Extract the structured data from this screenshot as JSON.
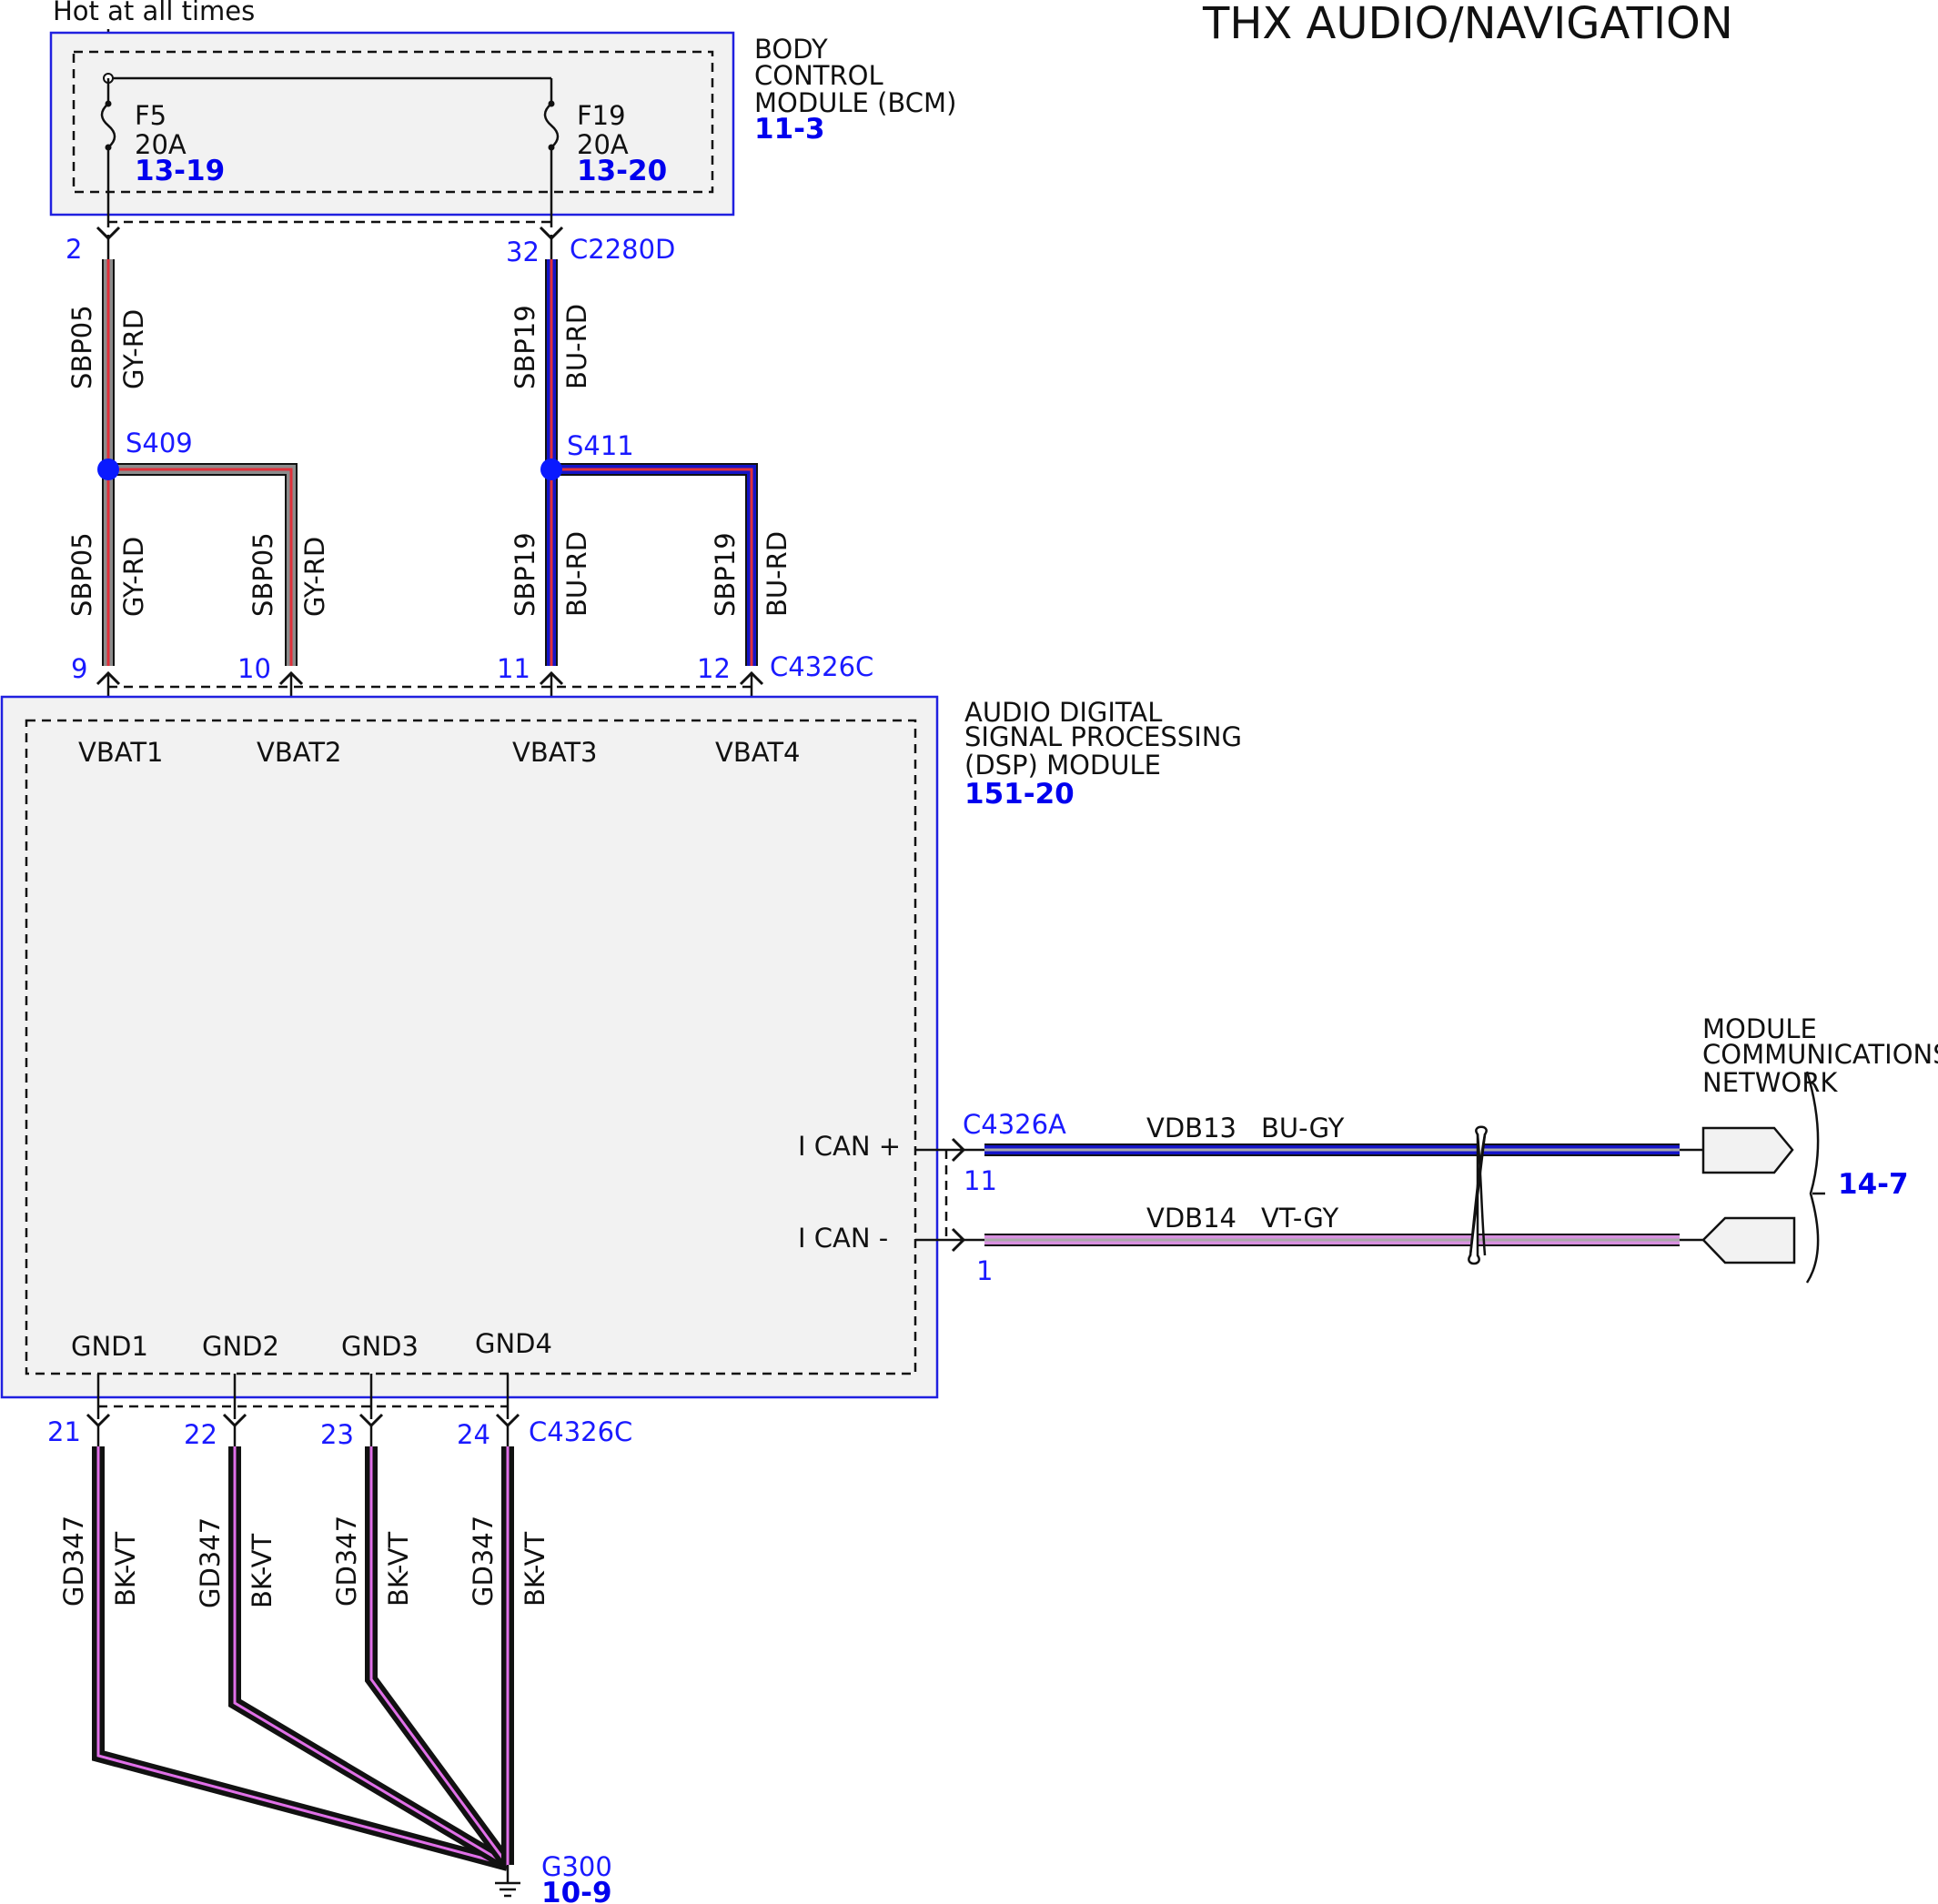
{
  "title": "THX AUDIO/NAVIGATION",
  "hot_label": "Hot at all times",
  "bcm": {
    "name_lines": [
      "BODY",
      "CONTROL",
      "MODULE (BCM)"
    ],
    "ref": "11-3",
    "fuses": [
      {
        "name": "F5",
        "rating": "20A",
        "ref": "13-19"
      },
      {
        "name": "F19",
        "rating": "20A",
        "ref": "13-20"
      }
    ],
    "connector": "C2280D",
    "pins": [
      "2",
      "32"
    ]
  },
  "circuits_top": [
    {
      "circuit": "SBP05",
      "color": "GY-RD"
    },
    {
      "circuit": "SBP19",
      "color": "BU-RD"
    }
  ],
  "splices": [
    "S409",
    "S411"
  ],
  "dsp": {
    "name_lines": [
      "AUDIO DIGITAL",
      "SIGNAL PROCESSING",
      "(DSP) MODULE"
    ],
    "ref": "151-20",
    "vbat_connector": "C4326C",
    "vbat_pins": [
      {
        "pin": "9",
        "label": "VBAT1",
        "circuit": "SBP05",
        "color": "GY-RD"
      },
      {
        "pin": "10",
        "label": "VBAT2",
        "circuit": "SBP05",
        "color": "GY-RD"
      },
      {
        "pin": "11",
        "label": "VBAT3",
        "circuit": "SBP19",
        "color": "BU-RD"
      },
      {
        "pin": "12",
        "label": "VBAT4",
        "circuit": "SBP19",
        "color": "BU-RD"
      }
    ],
    "can_connector": "C4326A",
    "can": [
      {
        "label": "I CAN +",
        "pin": "11",
        "circuit": "VDB13",
        "color": "BU-GY"
      },
      {
        "label": "I CAN -",
        "pin": "1",
        "circuit": "VDB14",
        "color": "VT-GY"
      }
    ],
    "gnd_connector": "C4326C",
    "gnd_pins": [
      {
        "pin": "21",
        "label": "GND1",
        "circuit": "GD347",
        "color": "BK-VT"
      },
      {
        "pin": "22",
        "label": "GND2",
        "circuit": "GD347",
        "color": "BK-VT"
      },
      {
        "pin": "23",
        "label": "GND3",
        "circuit": "GD347",
        "color": "BK-VT"
      },
      {
        "pin": "24",
        "label": "GND4",
        "circuit": "GD347",
        "color": "BK-VT"
      }
    ]
  },
  "network": {
    "name_lines": [
      "MODULE",
      "COMMUNICATIONS",
      "NETWORK"
    ],
    "ref": "14-7"
  },
  "ground": {
    "name": "G300",
    "ref": "10-9"
  },
  "colors": {
    "module_border": "#2020e0",
    "module_fill": "#f2f2f2",
    "ref_blue": "#0000ee",
    "label_blue": "#1a1aff",
    "wire_gray": "#8c8c8c",
    "stripe_red": "#e0303a",
    "wire_blue": "#1414c8",
    "stripe_gray": "#a8a8a8",
    "wire_violet": "#d890e0",
    "wire_black": "#111111",
    "stripe_violet": "#e070e8",
    "splice_blue": "#0a1aff"
  }
}
